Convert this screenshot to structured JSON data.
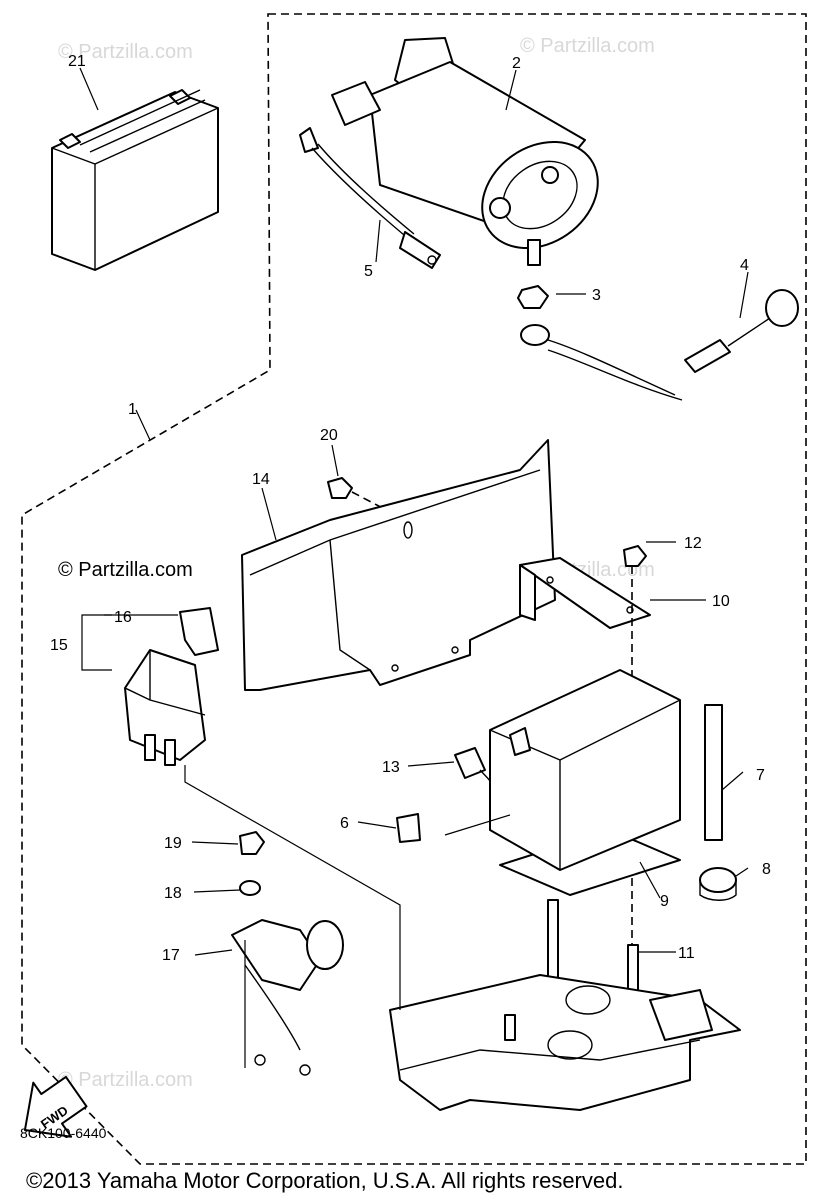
{
  "diagram": {
    "part_numbers": {
      "p1": "1",
      "p2": "2",
      "p3": "3",
      "p4": "4",
      "p5": "5",
      "p6": "6",
      "p7": "7",
      "p8": "8",
      "p9": "9",
      "p10": "10",
      "p11": "11",
      "p12": "12",
      "p13": "13",
      "p14": "14",
      "p15": "15",
      "p16": "16",
      "p17": "17",
      "p18": "18",
      "p19": "19",
      "p20": "20",
      "p21": "21"
    },
    "watermark": "© Partzilla.com",
    "fwd_arrow_label": "FWD",
    "drawing_code": "8CK100-6440",
    "copyright": "©2013  Yamaha Motor Corporation, U.S.A. All rights reserved."
  }
}
